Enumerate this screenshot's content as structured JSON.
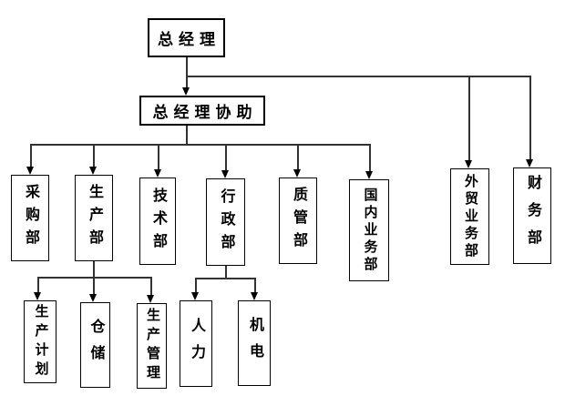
{
  "colors": {
    "background": "#ffffff",
    "box_border": "#000000",
    "connector_line": "#333333",
    "arrowhead": "#000000",
    "text": "#000000"
  },
  "nodes": {
    "general_manager": "总经理",
    "gm_assistant": "总经理协助",
    "purchasing": "采购部",
    "production": "生产部",
    "technical": "技术部",
    "administration": "行政部",
    "quality": "质管部",
    "domestic_business": "国内业务部",
    "foreign_trade": "外贸业务部",
    "finance": "财务部",
    "production_planning": "生产计划",
    "warehouse": "仓储",
    "production_management": "生产管理",
    "human_resources": "人力",
    "mechanical_electrical": "机电"
  },
  "hierarchy": [
    {
      "parent": "总经理",
      "children": [
        "总经理协助",
        "外贸业务部",
        "财务部"
      ]
    },
    {
      "parent": "总经理协助",
      "children": [
        "采购部",
        "生产部",
        "技术部",
        "行政部",
        "质管部",
        "国内业务部"
      ]
    },
    {
      "parent": "生产部",
      "children": [
        "生产计划",
        "仓储",
        "生产管理"
      ]
    },
    {
      "parent": "行政部",
      "children": [
        "人力",
        "机电"
      ]
    }
  ]
}
